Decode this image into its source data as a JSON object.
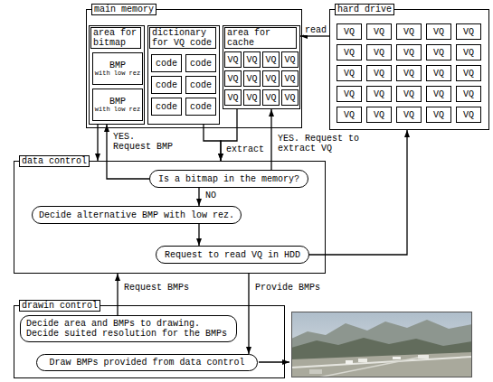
{
  "diagram": {
    "nodes": [
      {
        "text": [
          "main memory"
        ]
      },
      {
        "text": [
          "area for bitmap"
        ],
        "in": 0
      },
      {
        "text": [
          "BMP",
          "with low rez"
        ],
        "in": 1
      },
      {
        "text": [
          "BMP",
          "with low rez"
        ],
        "in": 1
      },
      {
        "text": [
          "dictionary for VQ code"
        ],
        "in": 0
      },
      {
        "text": [
          "code"
        ],
        "in": 4
      },
      {
        "text": [
          "code"
        ],
        "in": 4
      },
      {
        "text": [
          "code"
        ],
        "in": 4
      },
      {
        "text": [
          "code"
        ],
        "in": 4
      },
      {
        "text": [
          "code"
        ],
        "in": 4
      },
      {
        "text": [
          "code"
        ],
        "in": 4
      },
      {
        "text": [
          "area for cache"
        ],
        "in": 0
      },
      {
        "text": [
          "VQ"
        ],
        "in": 11
      },
      {
        "text": [
          "VQ"
        ],
        "in": 11
      },
      {
        "text": [
          "VQ"
        ],
        "in": 11
      },
      {
        "text": [
          "VQ"
        ],
        "in": 11
      },
      {
        "text": [
          "VQ"
        ],
        "in": 11
      },
      {
        "text": [
          "VQ"
        ],
        "in": 11
      },
      {
        "text": [
          "VQ"
        ],
        "in": 11
      },
      {
        "text": [
          "VQ"
        ],
        "in": 11
      },
      {
        "text": [
          "VQ"
        ],
        "in": 11
      },
      {
        "text": [
          "VQ"
        ],
        "in": 11
      },
      {
        "text": [
          "VQ"
        ],
        "in": 11
      },
      {
        "text": [
          "VQ"
        ],
        "in": 11
      },
      {
        "text": [
          "hard drive"
        ]
      },
      {
        "text": [
          "VQ"
        ],
        "in": 24
      },
      {
        "text": [
          "VQ"
        ],
        "in": 24
      },
      {
        "text": [
          "VQ"
        ],
        "in": 24
      },
      {
        "text": [
          "VQ"
        ],
        "in": 24
      },
      {
        "text": [
          "VQ"
        ],
        "in": 24
      },
      {
        "text": [
          "VQ"
        ],
        "in": 24
      },
      {
        "text": [
          "VQ"
        ],
        "in": 24
      },
      {
        "text": [
          "VQ"
        ],
        "in": 24
      },
      {
        "text": [
          "VQ"
        ],
        "in": 24
      },
      {
        "text": [
          "VQ"
        ],
        "in": 24
      },
      {
        "text": [
          "VQ"
        ],
        "in": 24
      },
      {
        "text": [
          "VQ"
        ],
        "in": 24
      },
      {
        "text": [
          "VQ"
        ],
        "in": 24
      },
      {
        "text": [
          "VQ"
        ],
        "in": 24
      },
      {
        "text": [
          "VQ"
        ],
        "in": 24
      },
      {
        "text": [
          "VQ"
        ],
        "in": 24
      },
      {
        "text": [
          "VQ"
        ],
        "in": 24
      },
      {
        "text": [
          "VQ"
        ],
        "in": 24
      },
      {
        "text": [
          "VQ"
        ],
        "in": 24
      },
      {
        "text": [
          "VQ"
        ],
        "in": 24
      },
      {
        "text": [
          "VQ"
        ],
        "in": 24
      },
      {
        "text": [
          "VQ"
        ],
        "in": 24
      },
      {
        "text": [
          "VQ"
        ],
        "in": 24
      },
      {
        "text": [
          "VQ"
        ],
        "in": 24
      },
      {
        "text": [
          "VQ"
        ],
        "in": 24
      },
      {
        "text": [
          "data control"
        ]
      },
      {
        "text": [
          "Is a bitmap in the memory?"
        ],
        "in": 50
      },
      {
        "text": [
          "Decide alternative BMP with low rez."
        ],
        "in": 50
      },
      {
        "text": [
          "Request to read VQ in HDD"
        ],
        "in": 50
      },
      {
        "text": [
          "drawin control"
        ]
      },
      {
        "text": [
          "Decide area and BMPs to drawing.",
          "Decide suited resolution for the BMPs"
        ],
        "in": 54
      },
      {
        "text": [
          "Draw BMPs provided from data control"
        ],
        "in": 54
      }
    ],
    "edges": [
      {
        "from": 24,
        "to": 11,
        "label": "read",
        "arrow": "to"
      },
      {
        "from": 51,
        "to": 1,
        "label": "YES. Request BMP",
        "arrow": "to"
      },
      {
        "from": 1,
        "to": 50,
        "arrow": "to"
      },
      {
        "from": 4,
        "to": 50,
        "label": "extract",
        "arrow": "to"
      },
      {
        "from": 11,
        "to": 50,
        "arrow": "to"
      },
      {
        "from": 51,
        "to": 11,
        "label": "YES. Request to extract VQ",
        "arrow": "to"
      },
      {
        "from": 51,
        "to": 52,
        "label": "NO",
        "arrow": "to"
      },
      {
        "from": 52,
        "to": 53,
        "arrow": "to"
      },
      {
        "from": 53,
        "to": 24,
        "arrow": "to"
      },
      {
        "from": 55,
        "to": 50,
        "label": "Request BMPs",
        "arrow": "to"
      },
      {
        "from": 50,
        "to": 56,
        "label": "Provide BMPs",
        "arrow": "to"
      }
    ]
  }
}
